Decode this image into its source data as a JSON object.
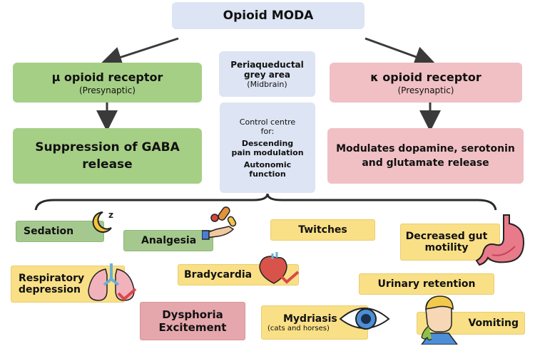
{
  "title": "Opioid MODA",
  "mu": {
    "label": "μ opioid receptor",
    "sub": "(Presynaptic)",
    "effect": "Suppression of GABA release"
  },
  "kappa": {
    "label": "κ opioid receptor",
    "sub": "(Presynaptic)",
    "effect": "Modulates dopamine, serotonin and glutamate release"
  },
  "pag": {
    "label_line1": "Periaqueductal",
    "label_line2": "grey area",
    "sub": "(Midbrain)",
    "control_line1": "Control centre",
    "control_line2": "for:",
    "item1_line1": "Descending",
    "item1_line2": "pain modulation",
    "item2_line1": "Autonomic",
    "item2_line2": "function"
  },
  "effects": {
    "sedation": "Sedation",
    "analgesia": "Analgesia",
    "twitches": "Twitches",
    "decreased_gut_line1": "Decreased gut",
    "decreased_gut_line2": "motility",
    "respiratory_line1": "Respiratory",
    "respiratory_line2": "depression",
    "bradycardia": "Bradycardia",
    "urinary": "Urinary retention",
    "dysphoria_line1": "Dysphoria",
    "dysphoria_line2": "Excitement",
    "mydriasis": "Mydriasis",
    "mydriasis_sub": "(cats and horses)",
    "vomiting": "Vomiting"
  },
  "colors": {
    "green": "#a6cf86",
    "pink": "#f0c0c4",
    "blue": "#dde4f3",
    "yellow": "#fbe18a"
  },
  "icons": [
    "moon-sleep-icon",
    "pill-hand-icon",
    "stomach-icon",
    "lungs-icon",
    "heart-icon",
    "eye-icon",
    "vomiting-person-icon",
    "checkmark-icon"
  ]
}
